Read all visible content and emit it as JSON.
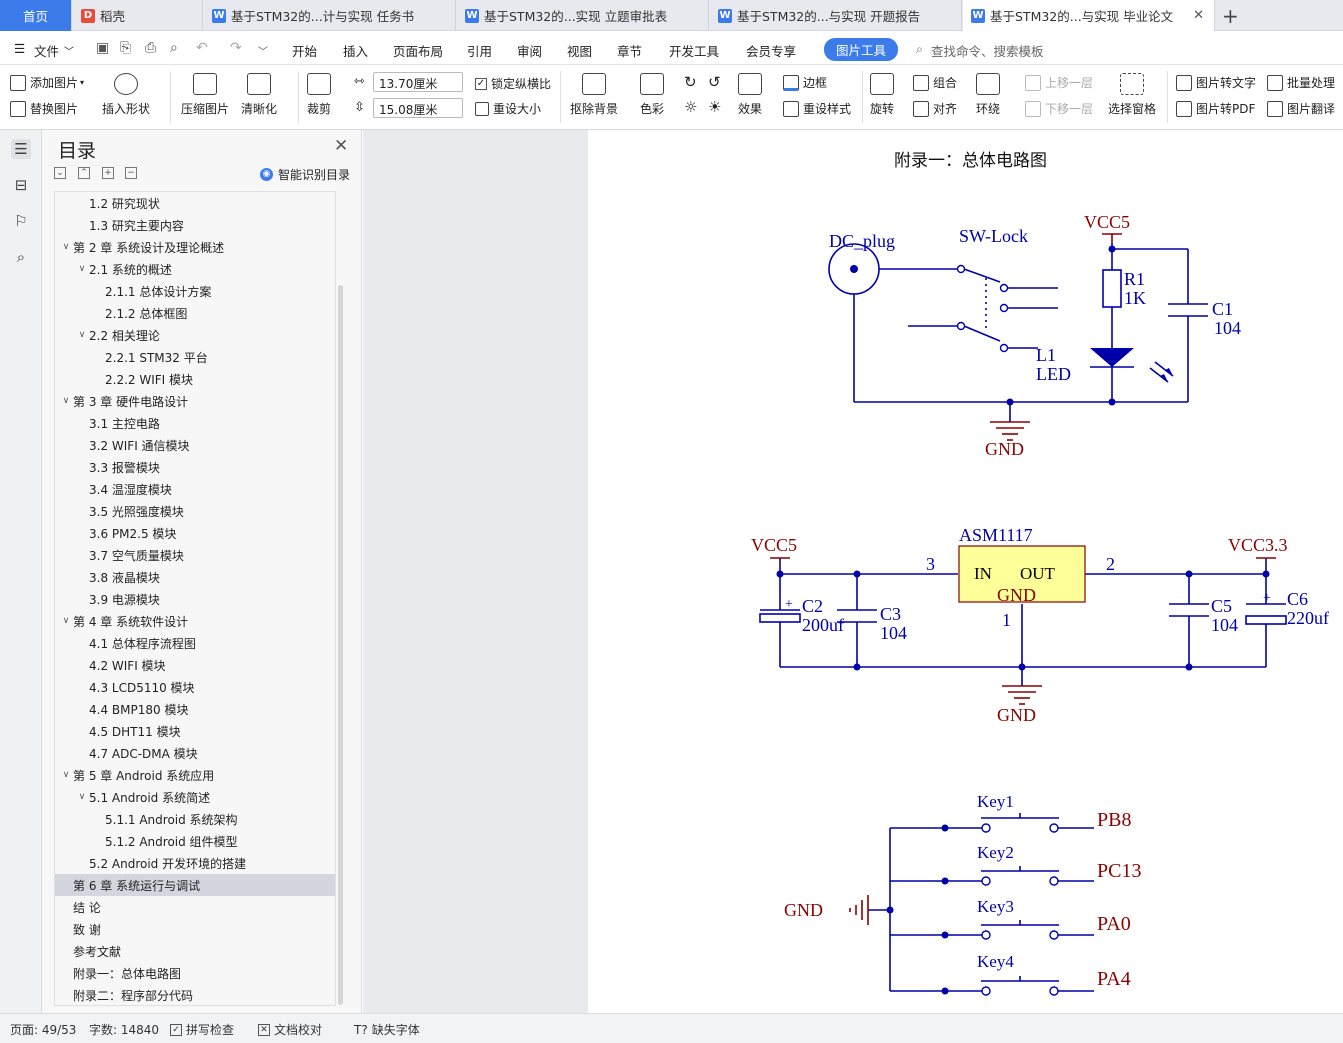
{
  "tabs": {
    "home": "首页",
    "items": [
      {
        "label": "稻壳",
        "icon": "daoke-icon",
        "color": "#e94b3c"
      },
      {
        "label": "基于STM32的...计与实现 任务书",
        "icon": "word-doc-icon",
        "color": "#3b7bea"
      },
      {
        "label": "基于STM32的...实现 立题审批表",
        "icon": "word-doc-icon",
        "color": "#3b7bea"
      },
      {
        "label": "基于STM32的...与实现 开题报告",
        "icon": "word-doc-icon",
        "color": "#3b7bea"
      },
      {
        "label": "基于STM32的...与实现 毕业论文",
        "icon": "word-doc-icon",
        "color": "#3b7bea"
      }
    ],
    "add": "+",
    "close": "✕"
  },
  "menu": {
    "file": "文件",
    "items": [
      "开始",
      "插入",
      "页面布局",
      "引用",
      "审阅",
      "视图",
      "章节",
      "开发工具",
      "会员专享"
    ],
    "active": "图片工具",
    "search": "查找命令、搜索模板"
  },
  "toolbar": {
    "add_image": "添加图片",
    "replace_image": "替换图片",
    "insert_shape": "插入形状",
    "compress": "压缩图片",
    "sharpen": "清晰化",
    "crop": "裁剪",
    "width": "13.70厘米",
    "height": "15.08厘米",
    "lock_ratio": "锁定纵横比",
    "reset_size": "重设大小",
    "remove_bg": "抠除背景",
    "color": "色彩",
    "effect": "效果",
    "border": "边框",
    "reset_style": "重设样式",
    "rotate": "旋转",
    "group": "组合",
    "align": "对齐",
    "wrap": "环绕",
    "bring_forward": "上移一层",
    "send_backward": "下移一层",
    "selection_pane": "选择窗格",
    "img_to_text": "图片转文字",
    "img_to_pdf": "图片转PDF",
    "batch": "批量处理",
    "translate": "图片翻译"
  },
  "toc": {
    "title": "目录",
    "smart": "智能识别目录",
    "items": [
      {
        "label": "1.2  研究现状",
        "level": 2,
        "caret": ""
      },
      {
        "label": "1.3  研究主要内容",
        "level": 2,
        "caret": ""
      },
      {
        "label": "第 2 章  系统设计及理论概述",
        "level": 1,
        "caret": "v"
      },
      {
        "label": "2.1  系统的概述",
        "level": 2,
        "caret": "v"
      },
      {
        "label": "2.1.1  总体设计方案",
        "level": 3,
        "caret": ""
      },
      {
        "label": "2.1.2  总体框图",
        "level": 3,
        "caret": ""
      },
      {
        "label": "2.2  相关理论",
        "level": 2,
        "caret": "v"
      },
      {
        "label": "2.2.1 STM32 平台",
        "level": 3,
        "caret": ""
      },
      {
        "label": "2.2.2 WIFI 模块",
        "level": 3,
        "caret": ""
      },
      {
        "label": "第 3 章  硬件电路设计",
        "level": 1,
        "caret": "v"
      },
      {
        "label": "3.1  主控电路",
        "level": 2,
        "caret": ""
      },
      {
        "label": "3.2 WIFI 通信模块",
        "level": 2,
        "caret": ""
      },
      {
        "label": "3.3  报警模块",
        "level": 2,
        "caret": ""
      },
      {
        "label": "3.4  温湿度模块",
        "level": 2,
        "caret": ""
      },
      {
        "label": "3.5  光照强度模块",
        "level": 2,
        "caret": ""
      },
      {
        "label": "3.6 PM2.5 模块",
        "level": 2,
        "caret": ""
      },
      {
        "label": "3.7  空气质量模块",
        "level": 2,
        "caret": ""
      },
      {
        "label": "3.8  液晶模块",
        "level": 2,
        "caret": ""
      },
      {
        "label": "3.9  电源模块",
        "level": 2,
        "caret": ""
      },
      {
        "label": "第 4 章  系统软件设计",
        "level": 1,
        "caret": "v"
      },
      {
        "label": "4.1  总体程序流程图",
        "level": 2,
        "caret": ""
      },
      {
        "label": "4.2 WIFI 模块",
        "level": 2,
        "caret": ""
      },
      {
        "label": "4.3 LCD5110 模块",
        "level": 2,
        "caret": ""
      },
      {
        "label": "4.4 BMP180 模块",
        "level": 2,
        "caret": ""
      },
      {
        "label": "4.5 DHT11 模块",
        "level": 2,
        "caret": ""
      },
      {
        "label": "4.7 ADC-DMA 模块",
        "level": 2,
        "caret": ""
      },
      {
        "label": "第 5 章  Android 系统应用",
        "level": 1,
        "caret": "v"
      },
      {
        "label": "5.1 Android 系统简述",
        "level": 2,
        "caret": "v"
      },
      {
        "label": "5.1.1 Android 系统架构",
        "level": 3,
        "caret": ""
      },
      {
        "label": "5.1.2 Android 组件模型",
        "level": 3,
        "caret": ""
      },
      {
        "label": "5.2 Android 开发环境的搭建",
        "level": 2,
        "caret": ""
      },
      {
        "label": "第 6 章  系统运行与调试",
        "level": 1,
        "caret": "",
        "selected": true
      },
      {
        "label": "结    论",
        "level": 1,
        "caret": ""
      },
      {
        "label": "致    谢",
        "level": 1,
        "caret": ""
      },
      {
        "label": "参考文献",
        "level": 1,
        "caret": ""
      },
      {
        "label": "附录一：总体电路图",
        "level": 1,
        "caret": ""
      },
      {
        "label": "附录二：程序部分代码",
        "level": 1,
        "caret": ""
      }
    ]
  },
  "document": {
    "title": "附录一：总体电路图",
    "schematic": {
      "colors": {
        "wire": "#0000aa",
        "power": "#8b0000",
        "ic_fill": "#ffff99"
      },
      "c1": {
        "dc_plug": "DC_plug",
        "sw_lock": "SW-Lock",
        "vcc5": "VCC5",
        "r1": "R1",
        "r1_val": "1K",
        "c1": "C1",
        "c1_val": "104",
        "l1": "L1",
        "l1_type": "LED",
        "gnd": "GND"
      },
      "c2": {
        "vcc5": "VCC5",
        "vcc33": "VCC3.3",
        "ic": "ASM1117",
        "in": "IN",
        "out": "OUT",
        "ic_gnd": "GND",
        "pin3": "3",
        "pin2": "2",
        "pin1": "1",
        "c2": "C2",
        "c2_val": "200uf",
        "c3": "C3",
        "c3_val": "104",
        "c5": "C5",
        "c5_val": "104",
        "c6": "C6",
        "c6_val": "220uf",
        "gnd": "GND"
      },
      "c3": {
        "gnd": "GND",
        "keys": [
          {
            "name": "Key1",
            "pin": "PB8"
          },
          {
            "name": "Key2",
            "pin": "PC13"
          },
          {
            "name": "Key3",
            "pin": "PA0"
          },
          {
            "name": "Key4",
            "pin": "PA4"
          }
        ]
      }
    }
  },
  "status": {
    "page": "页面: 49/53",
    "words": "字数: 14840",
    "spell": "拼写检查",
    "proof": "文档校对",
    "missing_font": "缺失字体"
  }
}
